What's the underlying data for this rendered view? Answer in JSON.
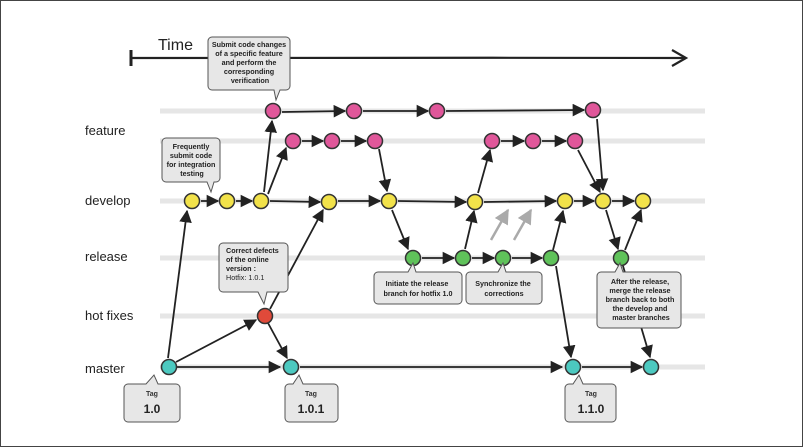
{
  "time_label": "Time",
  "lanes": [
    {
      "id": "feature2",
      "label": ""
    },
    {
      "id": "feature",
      "label": "feature"
    },
    {
      "id": "develop",
      "label": "develop"
    },
    {
      "id": "release",
      "label": "release"
    },
    {
      "id": "hotfixes",
      "label": "hot fixes"
    },
    {
      "id": "master",
      "label": "master"
    }
  ],
  "colors": {
    "feature": "#e0579a",
    "develop": "#f2e24a",
    "release": "#5fc25a",
    "hotfixes": "#e04a3a",
    "master": "#4cc9c0",
    "line": "#222222",
    "lane_line": "#e6e6e6",
    "callout_bg": "#e7e7e7"
  },
  "callouts": {
    "feature_submit": [
      "Submit code changes",
      "of a specific feature",
      "and perform the",
      "corresponding",
      "verification"
    ],
    "integration": [
      "Frequently",
      "submit code",
      "for integration",
      "testing"
    ],
    "correct_defects": [
      "Correct defects",
      "of the online",
      "version :",
      "Hotfix: 1.0.1"
    ],
    "initiate_release": [
      "Initiate the release",
      "branch for hotfix 1.0"
    ],
    "synchronize": [
      "Synchronize the",
      "corrections"
    ],
    "after_release": [
      "After the release,",
      "merge the release",
      "branch back to both",
      "the develop and",
      "master branches"
    ]
  },
  "tags": [
    {
      "small": "Tag",
      "big": "1.0"
    },
    {
      "small": "Tag",
      "big": "1.0.1"
    },
    {
      "small": "Tag",
      "big": "1.1.0"
    }
  ]
}
